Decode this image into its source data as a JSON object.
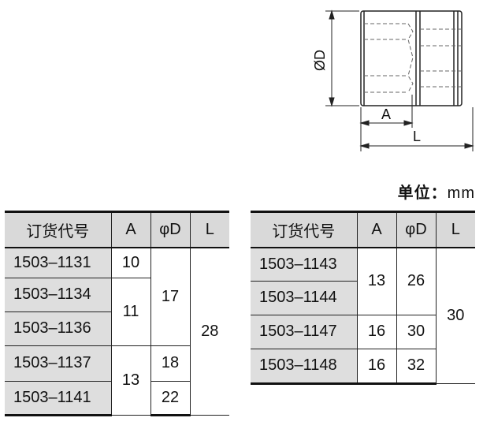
{
  "drawing": {
    "dim_diameter": "ØD",
    "dim_a": "A",
    "dim_l": "L"
  },
  "unit": {
    "label": "单位",
    "separator": "：",
    "value": "mm"
  },
  "table_left": {
    "headers": [
      "订货代号",
      "A",
      "φD",
      "L"
    ],
    "codes": [
      "1503–1131",
      "1503–1134",
      "1503–1136",
      "1503–1137",
      "1503–1141"
    ],
    "a_values": [
      "10",
      "11",
      "13"
    ],
    "d_values": [
      "17",
      "18",
      "22"
    ],
    "l_value": "28"
  },
  "table_right": {
    "headers": [
      "订货代号",
      "A",
      "φD",
      "L"
    ],
    "codes": [
      "1503–1143",
      "1503–1144",
      "1503–1147",
      "1503–1148"
    ],
    "a_values": [
      "13",
      "16",
      "16"
    ],
    "d_values": [
      "26",
      "30",
      "32"
    ],
    "l_value": "30"
  }
}
